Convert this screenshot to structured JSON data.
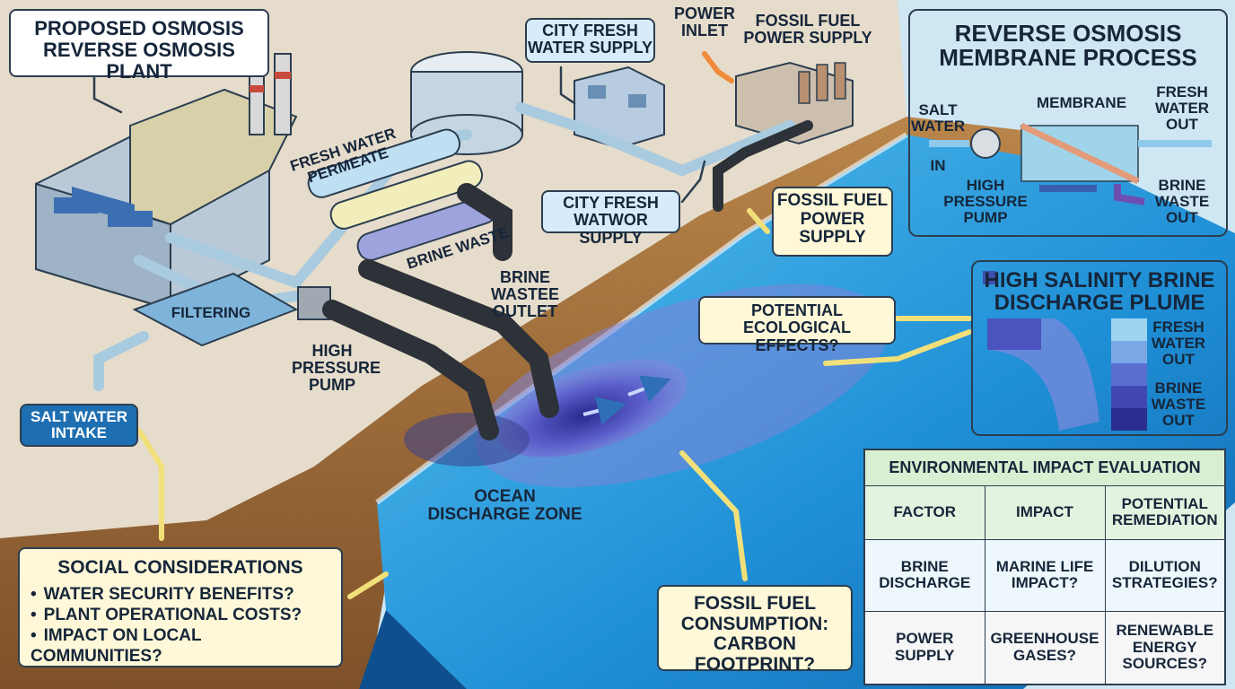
{
  "labels": {
    "plant_title": [
      "PROPOSED OSMOSIS",
      "REVERSE OSMOSIS PLANT"
    ],
    "city_supply_top": [
      "CITY FRESH",
      "WATER SUPPLY"
    ],
    "power_inlet": [
      "POWER",
      "INLET"
    ],
    "fossil_supply_top": [
      "FOSSIL FUEL",
      "POWER SUPPLY"
    ],
    "fresh_permeate": [
      "FRESH WATER",
      "PERMEATE"
    ],
    "brine_waste": "BRINE WASTE",
    "city_supply_box": [
      "CITY FRESH",
      "WATWOR SUPPLY"
    ],
    "fossil_supply_box": [
      "FOSSIL FUEL",
      "POWER",
      "SUPPLY"
    ],
    "brine_outlet": [
      "BRINE",
      "WASTEE",
      "OUTLET"
    ],
    "filtering": "FILTERING",
    "pump": [
      "HIGH",
      "PRESSURE",
      "PUMP"
    ],
    "salt_intake": [
      "SALT WATER",
      "INTAKE"
    ],
    "ocean_zone": [
      "OCEAN",
      "DISCHARGE ZONE"
    ],
    "ecological": [
      "POTENTIAL",
      "ECOLOGICAL EFFECTS?"
    ],
    "fossil_consumption": [
      "FOSSIL FUEL",
      "CONSUMPTION:",
      "CARBON FOOTPRINT?"
    ]
  },
  "social": {
    "title": "SOCIAL CONSIDERATIONS",
    "items": [
      "WATER SECURITY BENEFITS?",
      "PLANT OPERATIONAL COSTS?",
      "IMPACT ON LOCAL COMMUNITIES?"
    ]
  },
  "membrane_panel": {
    "title": [
      "REVERSE OSMOSIS",
      "MEMBRANE PROCESS"
    ],
    "salt_water": [
      "SALT",
      "WATER"
    ],
    "in": "IN",
    "membrane": "MEMBRANE",
    "fresh_out": [
      "FRESH",
      "WATER",
      "OUT"
    ],
    "pump": [
      "HIGH",
      "PRESSURE",
      "PUMP"
    ],
    "brine_out": [
      "BRINE",
      "WASTE",
      "OUT"
    ]
  },
  "plume_panel": {
    "title": [
      "HIGH SALINITY BRINE",
      "DISCHARGE PLUME"
    ],
    "fresh_out": [
      "FRESH",
      "WATER",
      "OUT"
    ],
    "brine_out": [
      "BRINE",
      "WASTE",
      "OUT"
    ]
  },
  "impact_table": {
    "title": "ENVIRONMENTAL IMPACT EVALUATION",
    "headers": [
      "FACTOR",
      "IMPACT",
      "POTENTIAL REMEDIATION"
    ],
    "rows": [
      [
        "BRINE DISCHARGE",
        "MARINE LIFE IMPACT?",
        "DILUTION STRATEGIES?"
      ],
      [
        "POWER SUPPLY",
        "GREENHOUSE GASES?",
        "RENEWABLE ENERGY SOURCES?"
      ]
    ]
  },
  "colors": {
    "land": "#e6dccb",
    "soil": "#a4743f",
    "ocean": "#1f8fd6",
    "plume": "#4b4fb6",
    "pipe": "#a9cbe0",
    "dark_pipe": "#2d3138",
    "arrow_yellow": "#f1e07a",
    "arrow_orange": "#f08a3a"
  }
}
